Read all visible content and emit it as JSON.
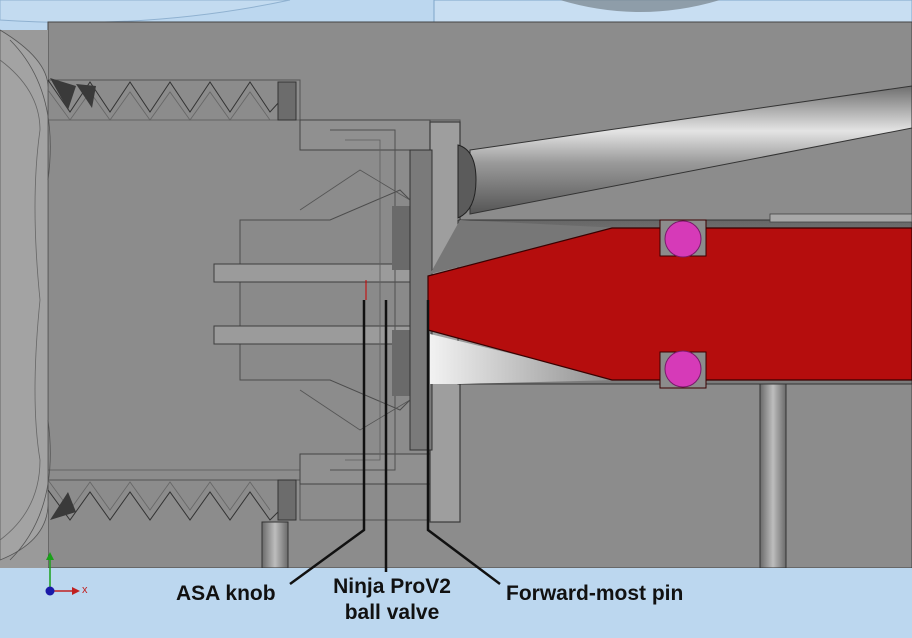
{
  "labels": {
    "asa_knob": "ASA knob",
    "ball_valve_line1": "Ninja ProV2",
    "ball_valve_line2": "ball valve",
    "forward_pin": "Forward-most pin"
  },
  "triad": {
    "x_label": "x"
  },
  "colors": {
    "background": "#bcd7ef",
    "body": "#8c8c8c",
    "pin": "#b50d0d",
    "oring": "#d63ab8",
    "leader": "#111111"
  }
}
